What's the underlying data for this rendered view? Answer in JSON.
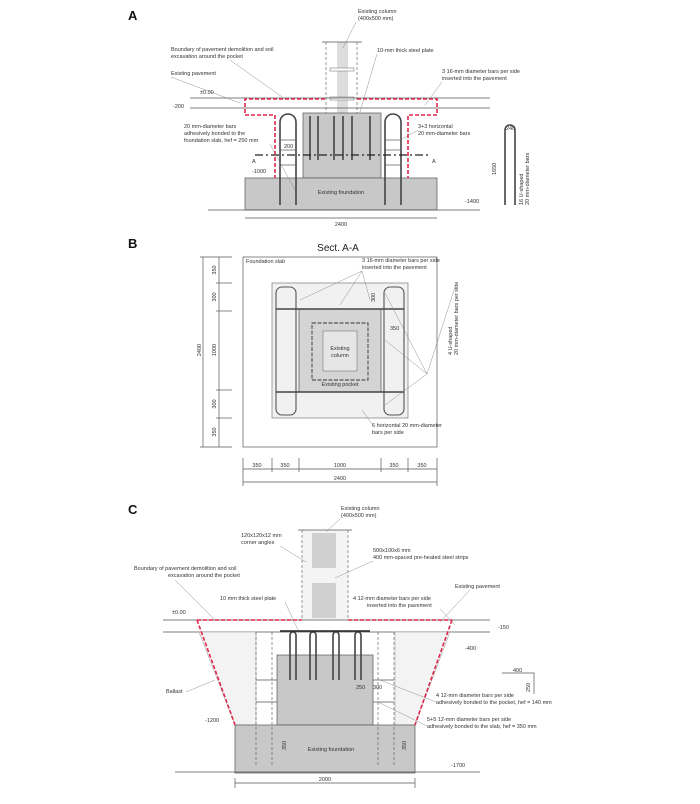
{
  "panels": {
    "a": {
      "letter": "A",
      "existing_column": [
        "Existing column",
        "(400x500 mm)"
      ],
      "boundary": [
        "Boundary of pavement demolition and soil",
        "excavation around the pocket"
      ],
      "existing_pavement": "Existing pavement",
      "steel_plate": "10-mm thick steel plate",
      "bars_pavement": [
        "3 16-mm diameter bars per side",
        "inserted into the pavement"
      ],
      "bars_bonded": [
        "20 mm-diameter bars",
        "adhesively bonded to the",
        "foundation slab, hef = 250 mm"
      ],
      "horizontal_bars": [
        "3+3 horizontal",
        "20 mm-diameter bars"
      ],
      "existing_foundation": "Existing foundation",
      "level_0": "±0.00",
      "level_200": "-200",
      "level_1000": "-1000",
      "level_1400": "-1400",
      "dim_200": "200",
      "dim_width": "2400",
      "section_mark": "A",
      "ubar_width": "240",
      "ubar_height": "1650",
      "ubar_label": [
        "16 U-shaped",
        "20 mm-diameter bars"
      ]
    },
    "b": {
      "letter": "B",
      "title": "Sect. A-A",
      "foundation_slab": "Foundation slab",
      "bars_pavement": [
        "3 16-mm diameter bars per side",
        "inserted into the pavement"
      ],
      "ubars": [
        "4 U-shaped",
        "20 mm-diameter bars per side"
      ],
      "horizontal_bars": [
        "6 horizontal 20 mm-diameter",
        "bars per side"
      ],
      "existing_column": [
        "Existing",
        "column"
      ],
      "existing_pocket": "Existing pocket",
      "dim_300": "300",
      "dim_350": "350",
      "left_dims": [
        "350",
        "300",
        "1000",
        "300",
        "350"
      ],
      "left_total": "2400",
      "bottom_dims": [
        "350",
        "350",
        "1000",
        "350",
        "350"
      ],
      "bottom_total": "2400"
    },
    "c": {
      "letter": "C",
      "existing_column": [
        "Existing column",
        "(400x500 mm)"
      ],
      "corner_angles": [
        "120x120x12 mm",
        "corner angles"
      ],
      "steel_strips": [
        "500x100x6 mm",
        "400 mm-spaced pre-heated steel strips"
      ],
      "boundary": [
        "Boundary of pavement demolition and soil",
        "excavation around the pocket"
      ],
      "existing_pavement": "Existing pavement",
      "steel_plate": "10 mm thick steel plate",
      "bars_pavement": [
        "4 12-mm diameter bars per side",
        "inserted into the pavement"
      ],
      "ballast": "Ballast",
      "bars_pocket": [
        "4 12-mm diameter bars per side",
        "adhesively bonded to the pocket, hef = 140 mm"
      ],
      "bars_slab": [
        "5+5 12-mm diameter bars per side",
        "adhesively bonded to the slab, hef = 350 mm"
      ],
      "existing_foundation": "Existing foundation",
      "level_0": "±0.00",
      "level_150": "-150",
      "level_400": "-400",
      "level_1200": "-1200",
      "level_1700": "-1700",
      "dim_250": "250",
      "dim_300": "300",
      "dim_350_l": "350",
      "dim_350_r": "350",
      "bar_400": "400",
      "bar_250": "250",
      "dim_width": "2000"
    }
  }
}
